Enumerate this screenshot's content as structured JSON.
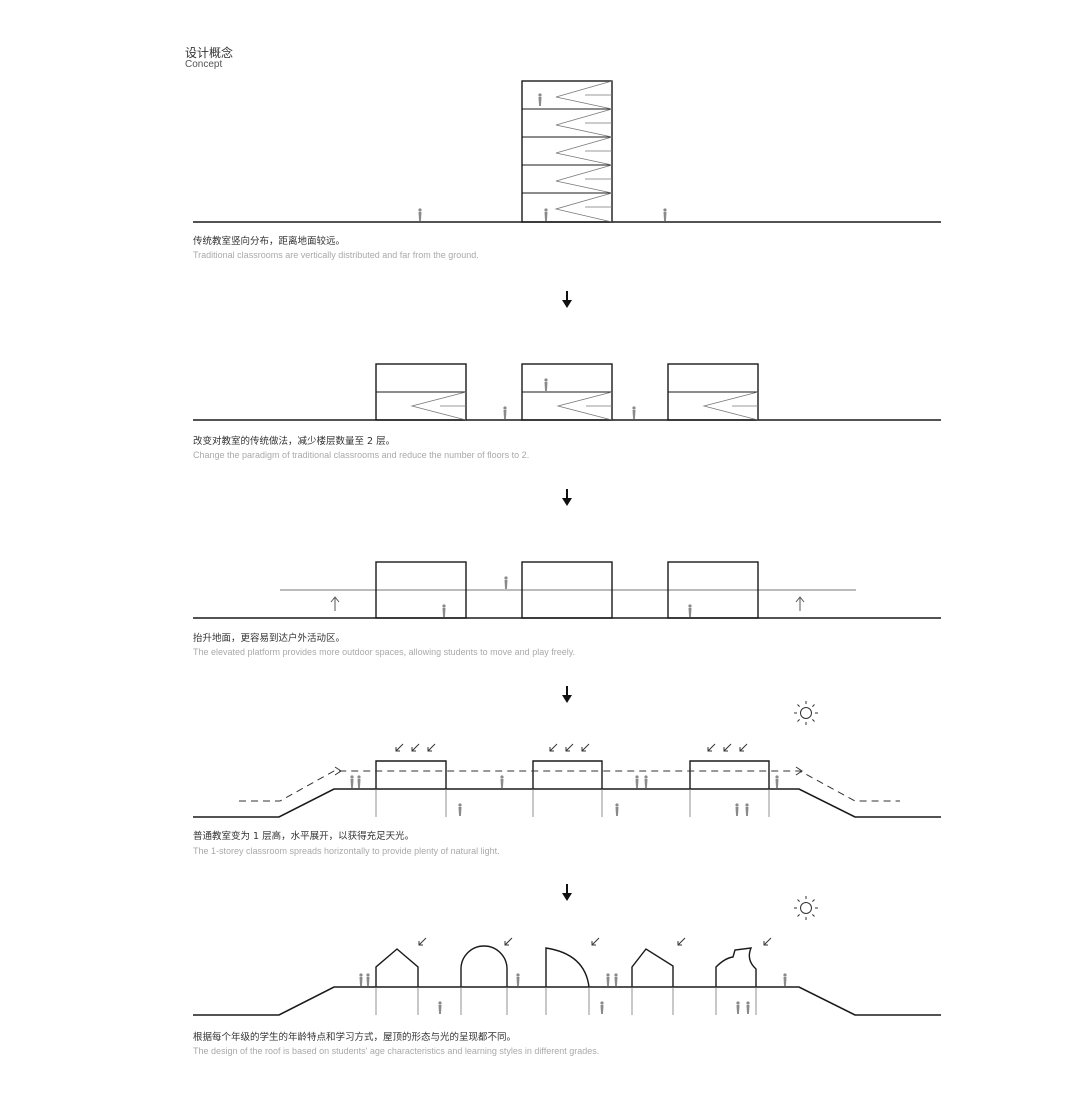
{
  "header": {
    "title_cn": "设计概念",
    "title_en": "Concept"
  },
  "colors": {
    "line": "#1a1a1a",
    "thin": "#777777",
    "figure": "#8a8a8a",
    "caption_en": "#a9a9a9"
  },
  "steps": [
    {
      "caption_cn": "传统教室竖向分布，距离地面较远。",
      "caption_en": "Traditional classrooms are vertically distributed and far from the ground."
    },
    {
      "caption_cn": "改变对教室的传统做法，减少楼层数量至 2 层。",
      "caption_en": "Change the paradigm of traditional classrooms and reduce the number of floors to 2."
    },
    {
      "caption_cn": "抬升地面，更容易到达户外活动区。",
      "caption_en": "The elevated platform provides more outdoor spaces, allowing students to move and play freely."
    },
    {
      "caption_cn": "普通教室变为 1 层高，水平展开，以获得充足天光。",
      "caption_en": "The 1-storey classroom spreads horizontally to provide plenty of natural light."
    },
    {
      "caption_cn": "根据每个年级的学生的年龄特点和学习方式，屋顶的形态与光的呈现都不同。",
      "caption_en": "The design of the roof is based on students' age characteristics and learning styles in different grades."
    }
  ],
  "icons": {
    "flow_arrow": "down-arrow-icon",
    "sun": "sun-icon",
    "light_ray": "light-ray-icon",
    "figure": "person-figure-icon"
  }
}
